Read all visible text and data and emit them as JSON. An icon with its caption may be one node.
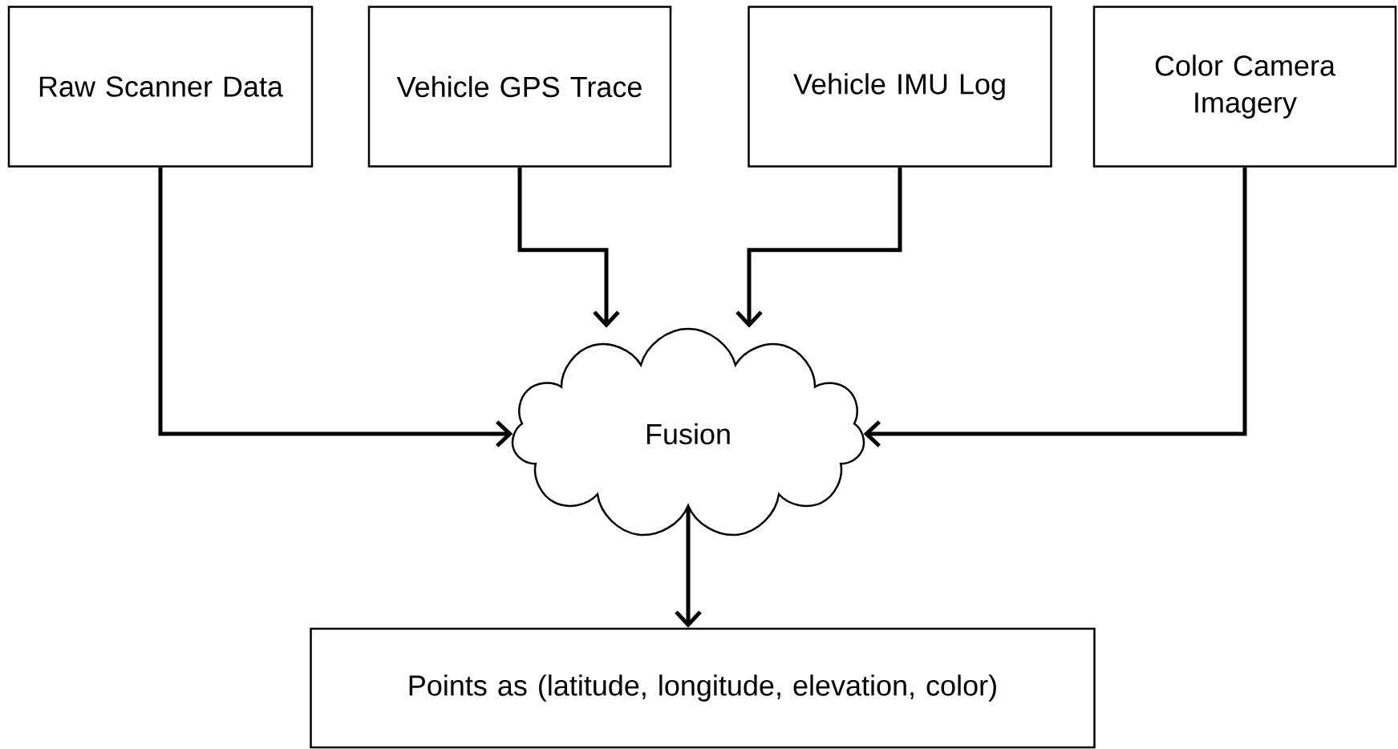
{
  "diagram": {
    "nodes": [
      {
        "text": [
          "Raw Scanner Data"
        ]
      },
      {
        "text": [
          "Vehicle GPS Trace"
        ]
      },
      {
        "text": [
          "Vehicle IMU Log"
        ]
      },
      {
        "text": [
          "Color Camera Imagery"
        ]
      },
      {
        "text": [
          "Fusion"
        ]
      },
      {
        "text": [
          "Points as (latitude, longitude, elevation, color)"
        ]
      }
    ],
    "edges": [
      {
        "from": 0,
        "to": 4,
        "arrow": "to"
      },
      {
        "from": 1,
        "to": 4,
        "arrow": "to"
      },
      {
        "from": 2,
        "to": 4,
        "arrow": "to"
      },
      {
        "from": 3,
        "to": 4,
        "arrow": "to"
      },
      {
        "from": 4,
        "to": 5,
        "arrow": "to"
      }
    ]
  }
}
